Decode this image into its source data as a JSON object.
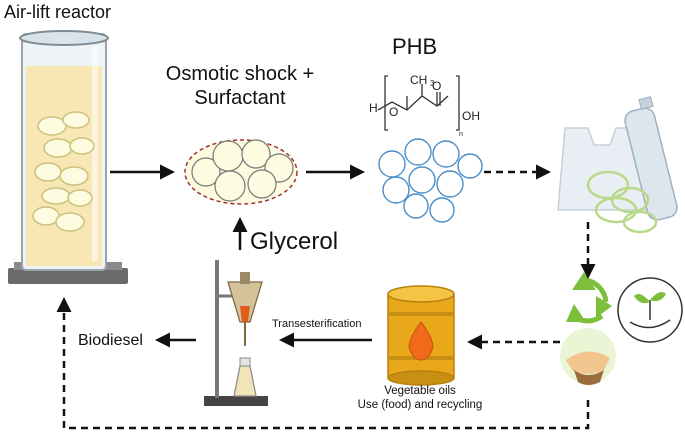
{
  "labels": {
    "reactor": "Air-lift reactor",
    "osmotic_line1": "Osmotic shock +",
    "osmotic_line2": "Surfactant",
    "phb": "PHB",
    "glycerol": "Glycerol",
    "transesterification": "Transesterification",
    "biodiesel": "Biodiesel",
    "vegetable_oils": "Vegetable oils",
    "use_recycling": "Use (food) and recycling"
  },
  "structure": {
    "atom_h": "H",
    "atom_o": "O",
    "group_ch3": "CH",
    "subscript_3": "3",
    "group_oh": "OH",
    "repeat_n": "n"
  },
  "colors": {
    "reactor_fill": "#f8e6b4",
    "cell": "#fdfbe0",
    "cell_border": "#c9c27a",
    "capsule_border": "#a03030",
    "phb_cell": "#4a8ec9",
    "arrow": "#111111",
    "barrel": "#e8a81a",
    "recycle": "#7cbf3a"
  }
}
